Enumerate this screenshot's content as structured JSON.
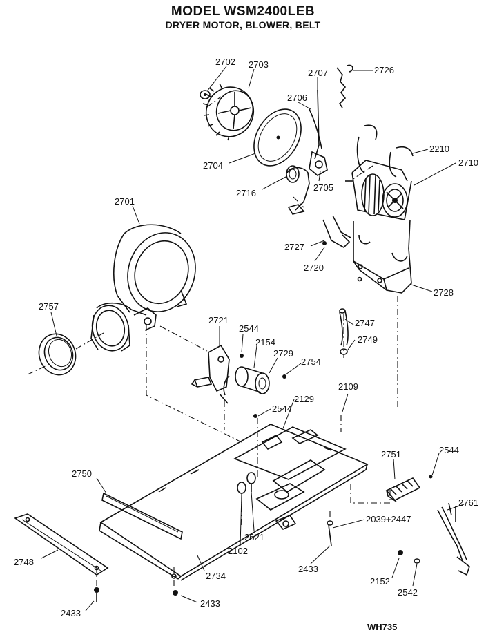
{
  "header": {
    "title": "MODEL WSM2400LEB",
    "subtitle": "DRYER MOTOR, BLOWER, BELT"
  },
  "footer": {
    "code": "WH735"
  },
  "parts": {
    "p2702": "2702",
    "p2703": "2703",
    "p2707": "2707",
    "p2726": "2726",
    "p2706": "2706",
    "p2210": "2210",
    "p2710": "2710",
    "p2704": "2704",
    "p2716": "2716",
    "p2705": "2705",
    "p2701": "2701",
    "p2727": "2727",
    "p2720": "2720",
    "p2728": "2728",
    "p2757": "2757",
    "p2721": "2721",
    "p2544a": "2544",
    "p2154": "2154",
    "p2729": "2729",
    "p2754": "2754",
    "p2747": "2747",
    "p2749": "2749",
    "p2109": "2109",
    "p2129": "2129",
    "p2544b": "2544",
    "p2751": "2751",
    "p2544c": "2544",
    "p2750": "2750",
    "p2761": "2761",
    "p2039": "2039+2447",
    "p2102": "2102",
    "p2621": "2621",
    "p2748": "2748",
    "p2734": "2734",
    "p2433a": "2433",
    "p2152": "2152",
    "p2542": "2542",
    "p2433b": "2433",
    "p2433c": "2433"
  }
}
